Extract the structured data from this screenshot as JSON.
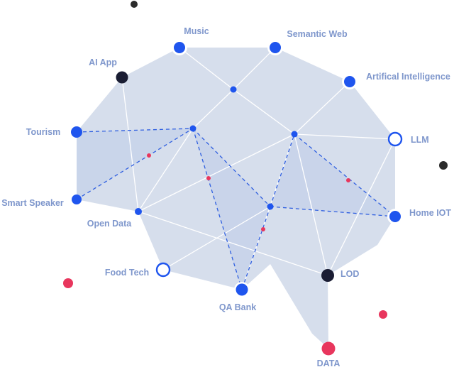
{
  "colors": {
    "shape_fill": "#d6deec",
    "shape_fill_dark": "#c7d3ea",
    "line_white": "#ffffff",
    "dashed": "#2f5fe0",
    "node_blue": "#1f55ee",
    "node_dark": "#1a1d33",
    "node_red": "#e8365d",
    "node_ring": "#1f55ee",
    "label": "#7f97cc",
    "stray_dark": "#2b2b2b"
  },
  "labels": {
    "music": "Music",
    "semantic_web": "Semantic Web",
    "ai_app": "AI App",
    "artificial_intelligence": "Artifical Intelligence",
    "tourism": "Tourism",
    "llm": "LLM",
    "smart_speaker": "Smart Speaker",
    "home_iot": "Home IOT",
    "open_data": "Open Data",
    "food_tech": "Food Tech",
    "lod": "LOD",
    "qa_bank": "QA Bank",
    "data": "DATA"
  }
}
